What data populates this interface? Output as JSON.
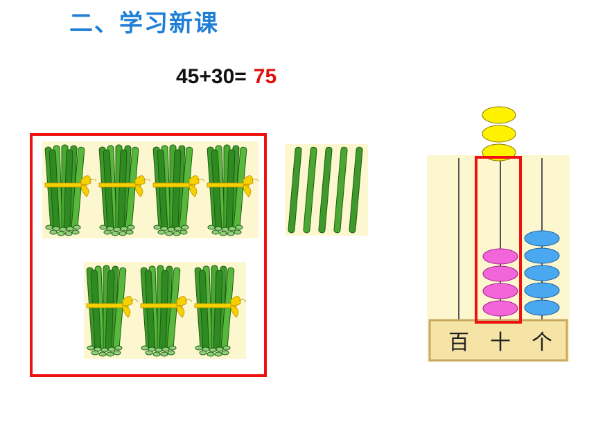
{
  "slide": {
    "title": "二、学习新课",
    "equation": {
      "expression": "45+30=",
      "answer": "75"
    }
  },
  "bundles_of_ten": {
    "count": 7,
    "row1": 4,
    "row2": 3
  },
  "loose_sticks": {
    "count": 5
  },
  "abacus": {
    "places": [
      "百",
      "十",
      "个"
    ],
    "beads": {
      "hundreds": 0,
      "tens": 4,
      "ones": 5,
      "tens_added_above": 3
    },
    "colors": {
      "tens_bead": "#f266d9",
      "ones_bead": "#4aa8f0",
      "added_bead": "#fff200",
      "highlight": "#ee1111"
    }
  }
}
